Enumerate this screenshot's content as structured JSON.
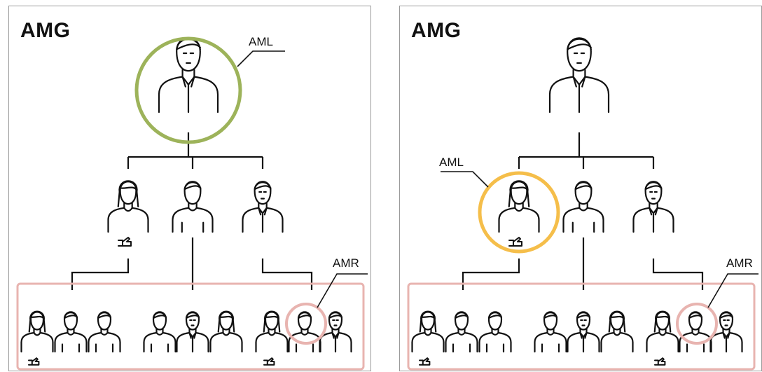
{
  "panels": [
    {
      "title": "AMG",
      "labels": {
        "leader": "AML",
        "representative": "AMR"
      }
    },
    {
      "title": "AMG",
      "labels": {
        "leader": "AML",
        "representative": "AMR"
      }
    }
  ],
  "colors": {
    "leader_ring_left": "#9db35a",
    "leader_ring_right": "#f5be4a",
    "representative_ring": "#e8b4b0",
    "group_box": "#e8b4b0",
    "line": "#111111"
  }
}
